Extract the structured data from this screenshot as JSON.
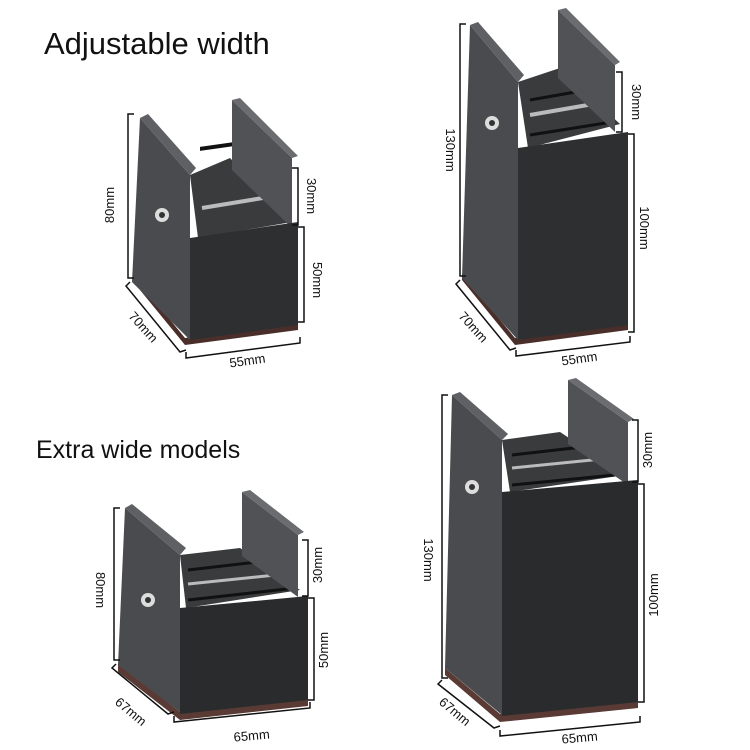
{
  "headings": {
    "top": "Adjustable width",
    "bottom": "Extra wide models"
  },
  "colors": {
    "body_dark": "#2e2f31",
    "body_side": "#4a4b4e",
    "plate": "#55575a",
    "felt_pad": "#4a2e2a",
    "background": "#ffffff"
  },
  "products": [
    {
      "id": "standard-80",
      "height_total": "80mm",
      "clamp_height": "30mm",
      "base_height": "50mm",
      "depth": "70mm",
      "width": "55mm"
    },
    {
      "id": "standard-130",
      "height_total": "130mm",
      "clamp_height": "30mm",
      "base_height": "100mm",
      "depth": "70mm",
      "width": "55mm"
    },
    {
      "id": "wide-80",
      "height_total": "80mm",
      "clamp_height": "30mm",
      "base_height": "50mm",
      "depth": "67mm",
      "width": "65mm"
    },
    {
      "id": "wide-130",
      "height_total": "130mm",
      "clamp_height": "30mm",
      "base_height": "100mm",
      "depth": "67mm",
      "width": "65mm"
    }
  ]
}
